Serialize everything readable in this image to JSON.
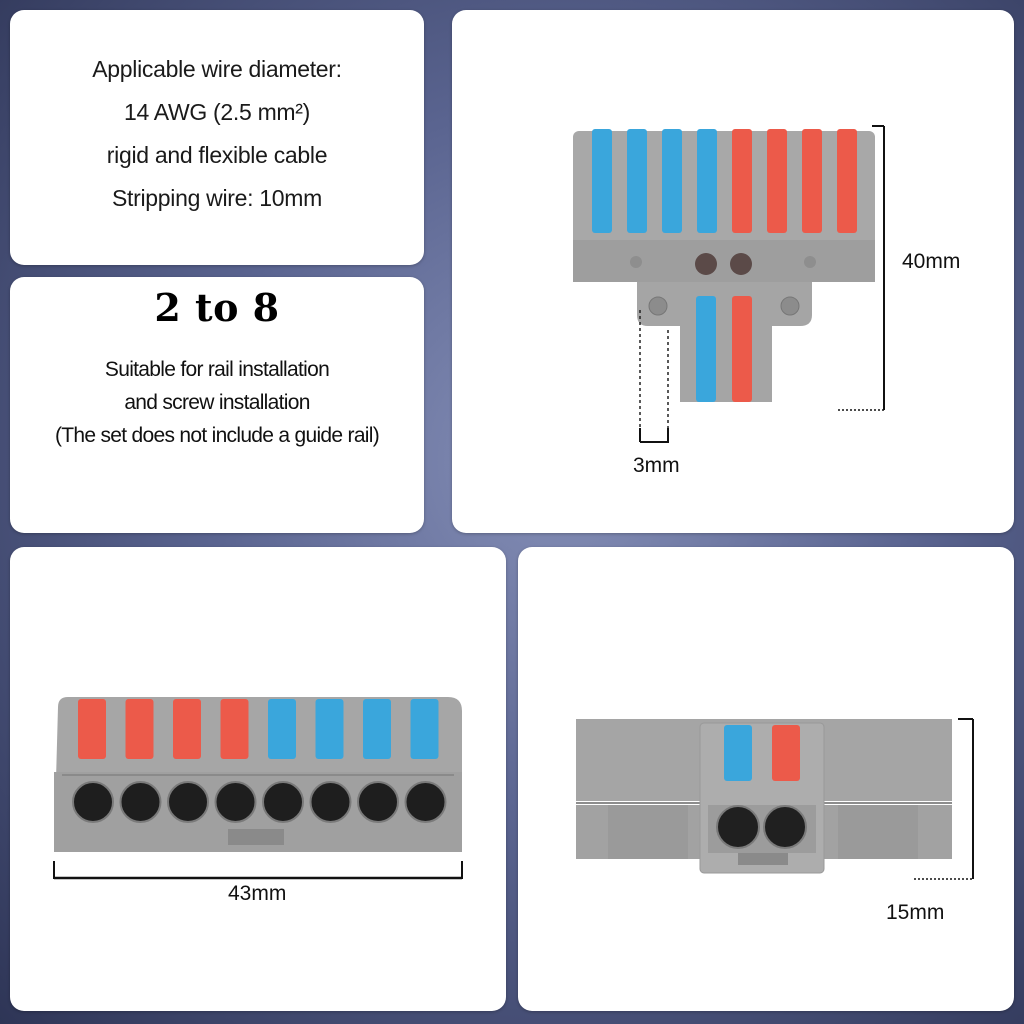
{
  "spec_card": {
    "lines": [
      "Applicable wire diameter:",
      "14 AWG (2.5 mm²)",
      "rigid and flexible cable",
      "Stripping wire: 10mm"
    ]
  },
  "range_card": {
    "title": "2 to 8",
    "lines": [
      "Suitable for rail installation",
      "and screw installation",
      "(The set does not include a guide rail)"
    ]
  },
  "top_view": {
    "height_label": "40mm",
    "rail_label": "3mm"
  },
  "front_view": {
    "width_label": "43mm"
  },
  "side_view": {
    "depth_label": "15mm"
  },
  "colors": {
    "blue_lever": "#3aa6dc",
    "red_lever": "#ec5a4a",
    "housing_gray": "#a9a9a9"
  }
}
